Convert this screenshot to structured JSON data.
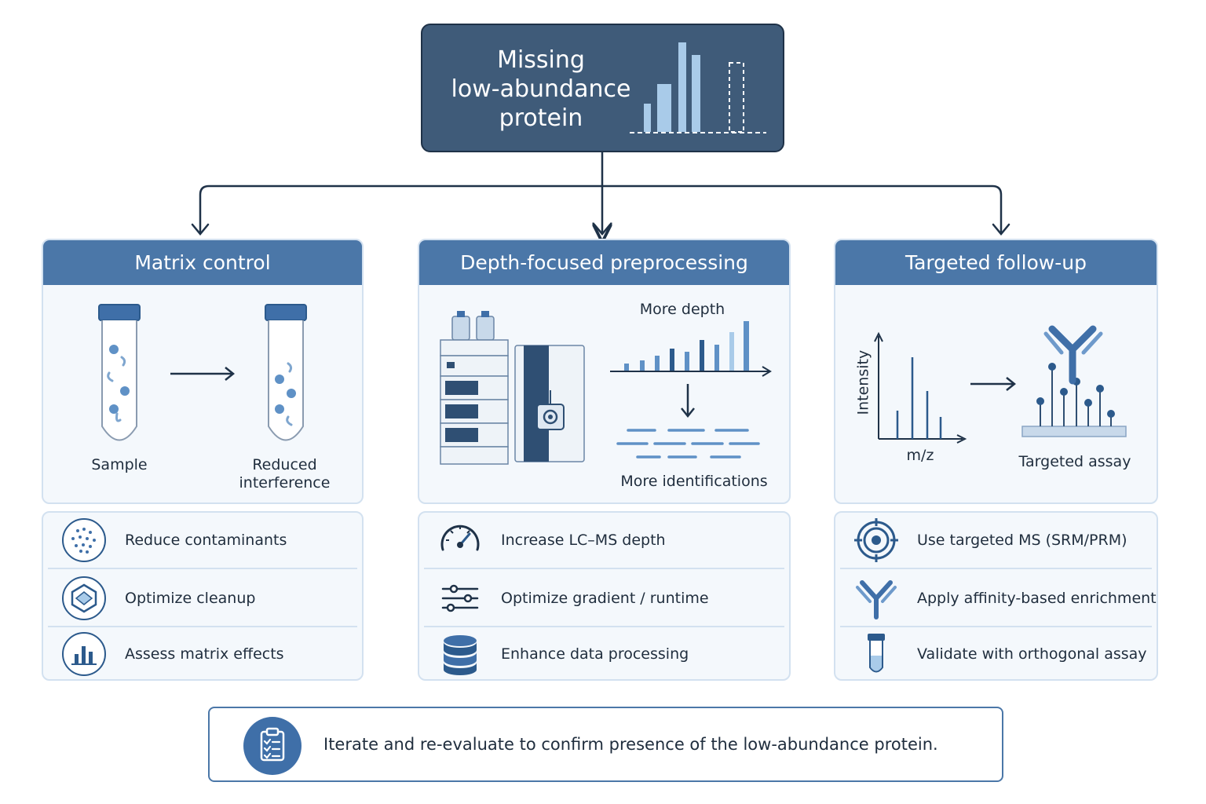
{
  "colors": {
    "navy": "#3f5b79",
    "header_blue": "#4b77a8",
    "dark_blue": "#2c5a8c",
    "light_bar": "#a9cbe9",
    "panel_bg": "#f4f8fc",
    "panel_border": "#d3e1f0"
  },
  "top": {
    "title_lines": [
      "Missing",
      "low-abundance",
      "protein"
    ]
  },
  "panels": [
    {
      "title": "Matrix control",
      "captions": [
        "Sample",
        "Reduced interference"
      ]
    },
    {
      "title": "Depth-focused preprocessing",
      "captions": [
        "More depth",
        "More identifications"
      ]
    },
    {
      "title": "Targeted follow-up",
      "captions": [
        "Intensity",
        "m/z",
        "Targeted assay"
      ]
    }
  ],
  "lists": [
    [
      {
        "label": "Reduce contaminants",
        "icon": "dots-circle-icon"
      },
      {
        "label": "Optimize cleanup",
        "icon": "hexagon-filter-icon"
      },
      {
        "label": "Assess matrix effects",
        "icon": "bar-chart-icon"
      }
    ],
    [
      {
        "label": "Increase LC–MS depth",
        "icon": "gauge-icon"
      },
      {
        "label": "Optimize gradient / runtime",
        "icon": "sliders-icon"
      },
      {
        "label": "Enhance data processing",
        "icon": "database-icon"
      }
    ],
    [
      {
        "label": "Use targeted MS (SRM/PRM)",
        "icon": "target-icon"
      },
      {
        "label": "Apply affinity-based enrichment",
        "icon": "antibody-icon"
      },
      {
        "label": "Validate with orthogonal assay",
        "icon": "test-tube-icon"
      }
    ]
  ],
  "footer": {
    "text": "Iterate and re-evaluate to confirm presence of the low-abundance protein.",
    "icon": "clipboard-checklist-icon"
  }
}
